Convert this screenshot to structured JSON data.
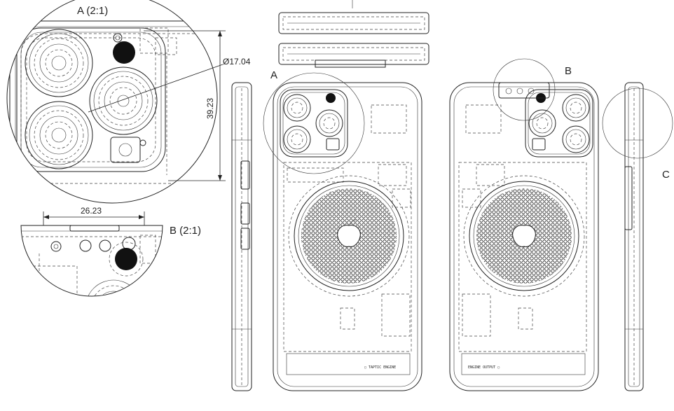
{
  "labels": {
    "detail_a": "A (2:1)",
    "detail_b": "B (2:1)",
    "dim_diameter": "Ø17.04",
    "dim_height": "39.23",
    "dim_width": "26.23",
    "callout_a": "A",
    "callout_b": "B",
    "callout_c": "C"
  },
  "colors": {
    "line": "#222222",
    "paper": "#ffffff",
    "fill_dark": "#111111"
  }
}
